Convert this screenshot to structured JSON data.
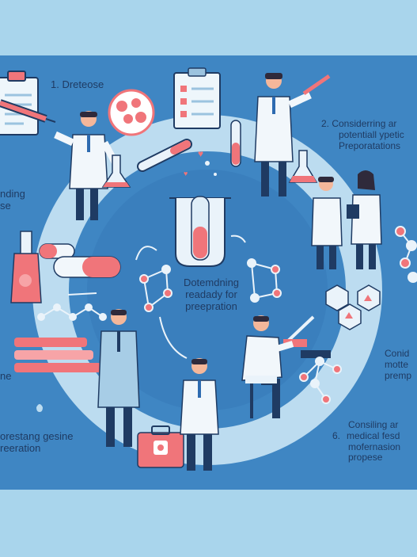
{
  "colors": {
    "background": "#a9d5ec",
    "panel": "#3f86c3",
    "ring": "#bcdcf0",
    "accent": "#f0757a",
    "text": "#1f3b63"
  },
  "steps": [
    {
      "label": "1.  Dreteose"
    },
    {
      "label_line1": "2.  Considerring ar",
      "label_line2": "potentiall ypetic",
      "label_line3": "Preporatations"
    },
    {
      "label_line1": "nding",
      "label_line2": "se"
    },
    {
      "label_line1": "Conid",
      "label_line2": "motte",
      "label_line3": "premp"
    },
    {
      "label_line1": "ne"
    },
    {
      "label_line1": "Consiling ar",
      "label_line2": "medical fesd",
      "label_line3": "mofernasion",
      "label_line4": "propese",
      "number": "6."
    },
    {
      "label_line1": "orestang gesine",
      "label_line2": "reeration"
    }
  ],
  "center": {
    "line1": "Dotemdning",
    "line2": "readady for",
    "line3": "preepration"
  },
  "icons": [
    "clipboard-icon",
    "syringe-icon",
    "flask-icon",
    "test-tube-icon",
    "beaker-icon",
    "pill-icon",
    "molecule-icon",
    "medical-kit-icon",
    "microscope-icon",
    "hexagon-icon",
    "doctor-figure"
  ]
}
